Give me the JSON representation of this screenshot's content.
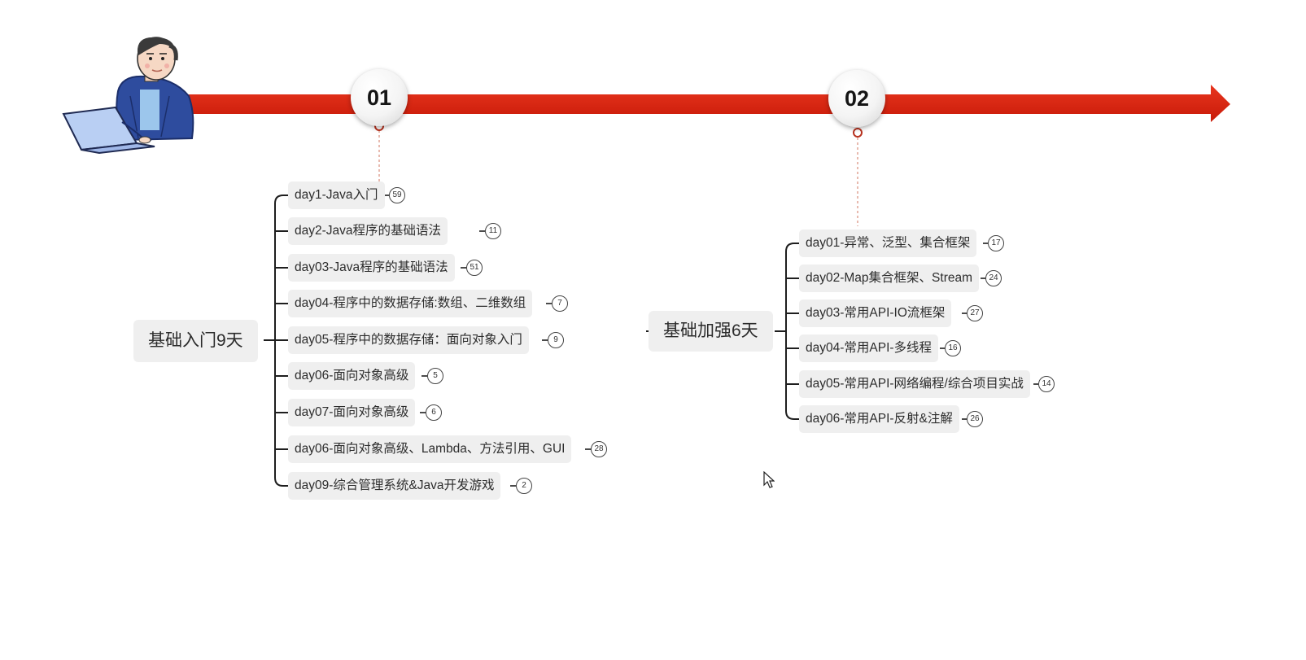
{
  "timeline": {
    "arrow_color": "#d8230f",
    "milestones": [
      {
        "label": "01"
      },
      {
        "label": "02"
      }
    ]
  },
  "groups": [
    {
      "root": "基础入门9天",
      "children": [
        {
          "label": "day1-Java入门",
          "count": "59"
        },
        {
          "label": "day2-Java程序的基础语法",
          "count": "11"
        },
        {
          "label": "day03-Java程序的基础语法",
          "count": "51"
        },
        {
          "label": "day04-程序中的数据存储:数组、二维数组",
          "count": "7"
        },
        {
          "label": "day05-程序中的数据存储：面向对象入门",
          "count": "9"
        },
        {
          "label": "day06-面向对象高级",
          "count": "5"
        },
        {
          "label": "day07-面向对象高级",
          "count": "6"
        },
        {
          "label": "day06-面向对象高级、Lambda、方法引用、GUI",
          "count": "28"
        },
        {
          "label": "day09-综合管理系统&Java开发游戏",
          "count": "2"
        }
      ]
    },
    {
      "root": "基础加强6天",
      "children": [
        {
          "label": "day01-异常、泛型、集合框架",
          "count": "17"
        },
        {
          "label": "day02-Map集合框架、Stream",
          "count": "24"
        },
        {
          "label": "day03-常用API-IO流框架",
          "count": "27"
        },
        {
          "label": "day04-常用API-多线程",
          "count": "16"
        },
        {
          "label": "day05-常用API-网络编程/综合项目实战",
          "count": "14"
        },
        {
          "label": "day06-常用API-反射&注解",
          "count": "26"
        }
      ]
    }
  ]
}
